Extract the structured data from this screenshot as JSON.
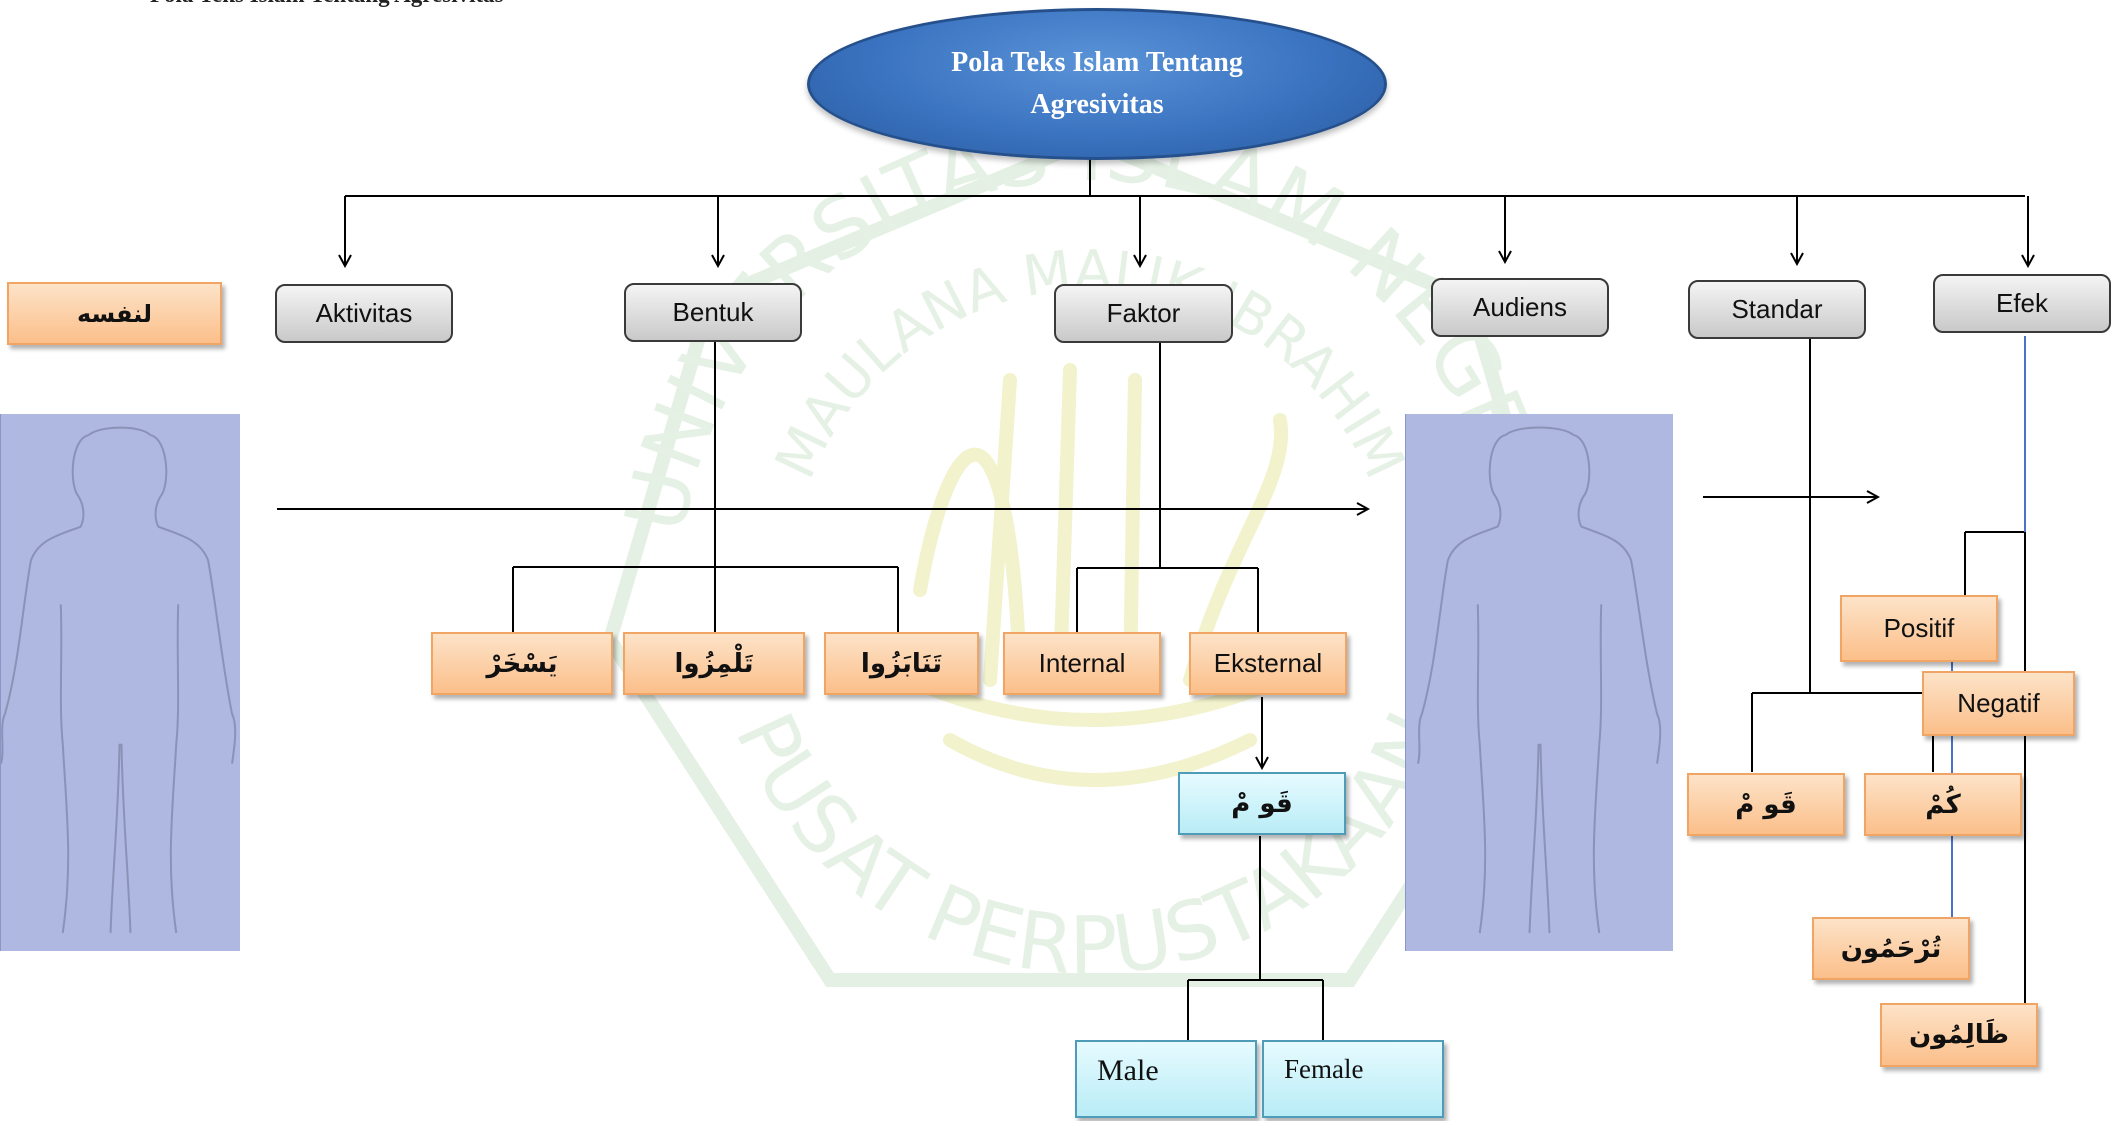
{
  "caption": "Pola Teks Islam Tentang Agresivitas",
  "root": {
    "line1": "Pola Teks Islam Tentang",
    "line2": "Agresivitas"
  },
  "categories": {
    "aktivitas": "Aktivitas",
    "bentuk": "Bentuk",
    "faktor": "Faktor",
    "audiens": "Audiens",
    "standar": "Standar",
    "efek": "Efek"
  },
  "subject_label": "لنفسه",
  "bentuk_items": [
    "يَسْخَرْ",
    "تَلْمِزُوا",
    "تَنَابَزُوا"
  ],
  "faktor_items": {
    "internal": "Internal",
    "eksternal": "Eksternal"
  },
  "qaum": "قَو مْ",
  "gender": {
    "male": "Male",
    "female": "Female"
  },
  "standar_items": [
    "قَو مْ",
    "كُمْ"
  ],
  "efek_items": {
    "positif": "Positif",
    "negatif": "Negatif",
    "positif_result": "تُرْحَمُون",
    "negatif_result": "ظَالِمُون"
  },
  "watermark": {
    "top": "UNIVERSITAS ISLAM NEGERI",
    "middle": "MAULANA MALIK IBRAHIM",
    "bottom": "PUSAT PERPUSTAKAAN"
  },
  "colors": {
    "root_fill": "#3a73c0",
    "gray_box": "#d9d9d9",
    "orange_box": "#fbbf8a",
    "cyan_box": "#b9ecf6",
    "person_panel": "#aeb8e0",
    "watermark": "#e6f2e6"
  }
}
